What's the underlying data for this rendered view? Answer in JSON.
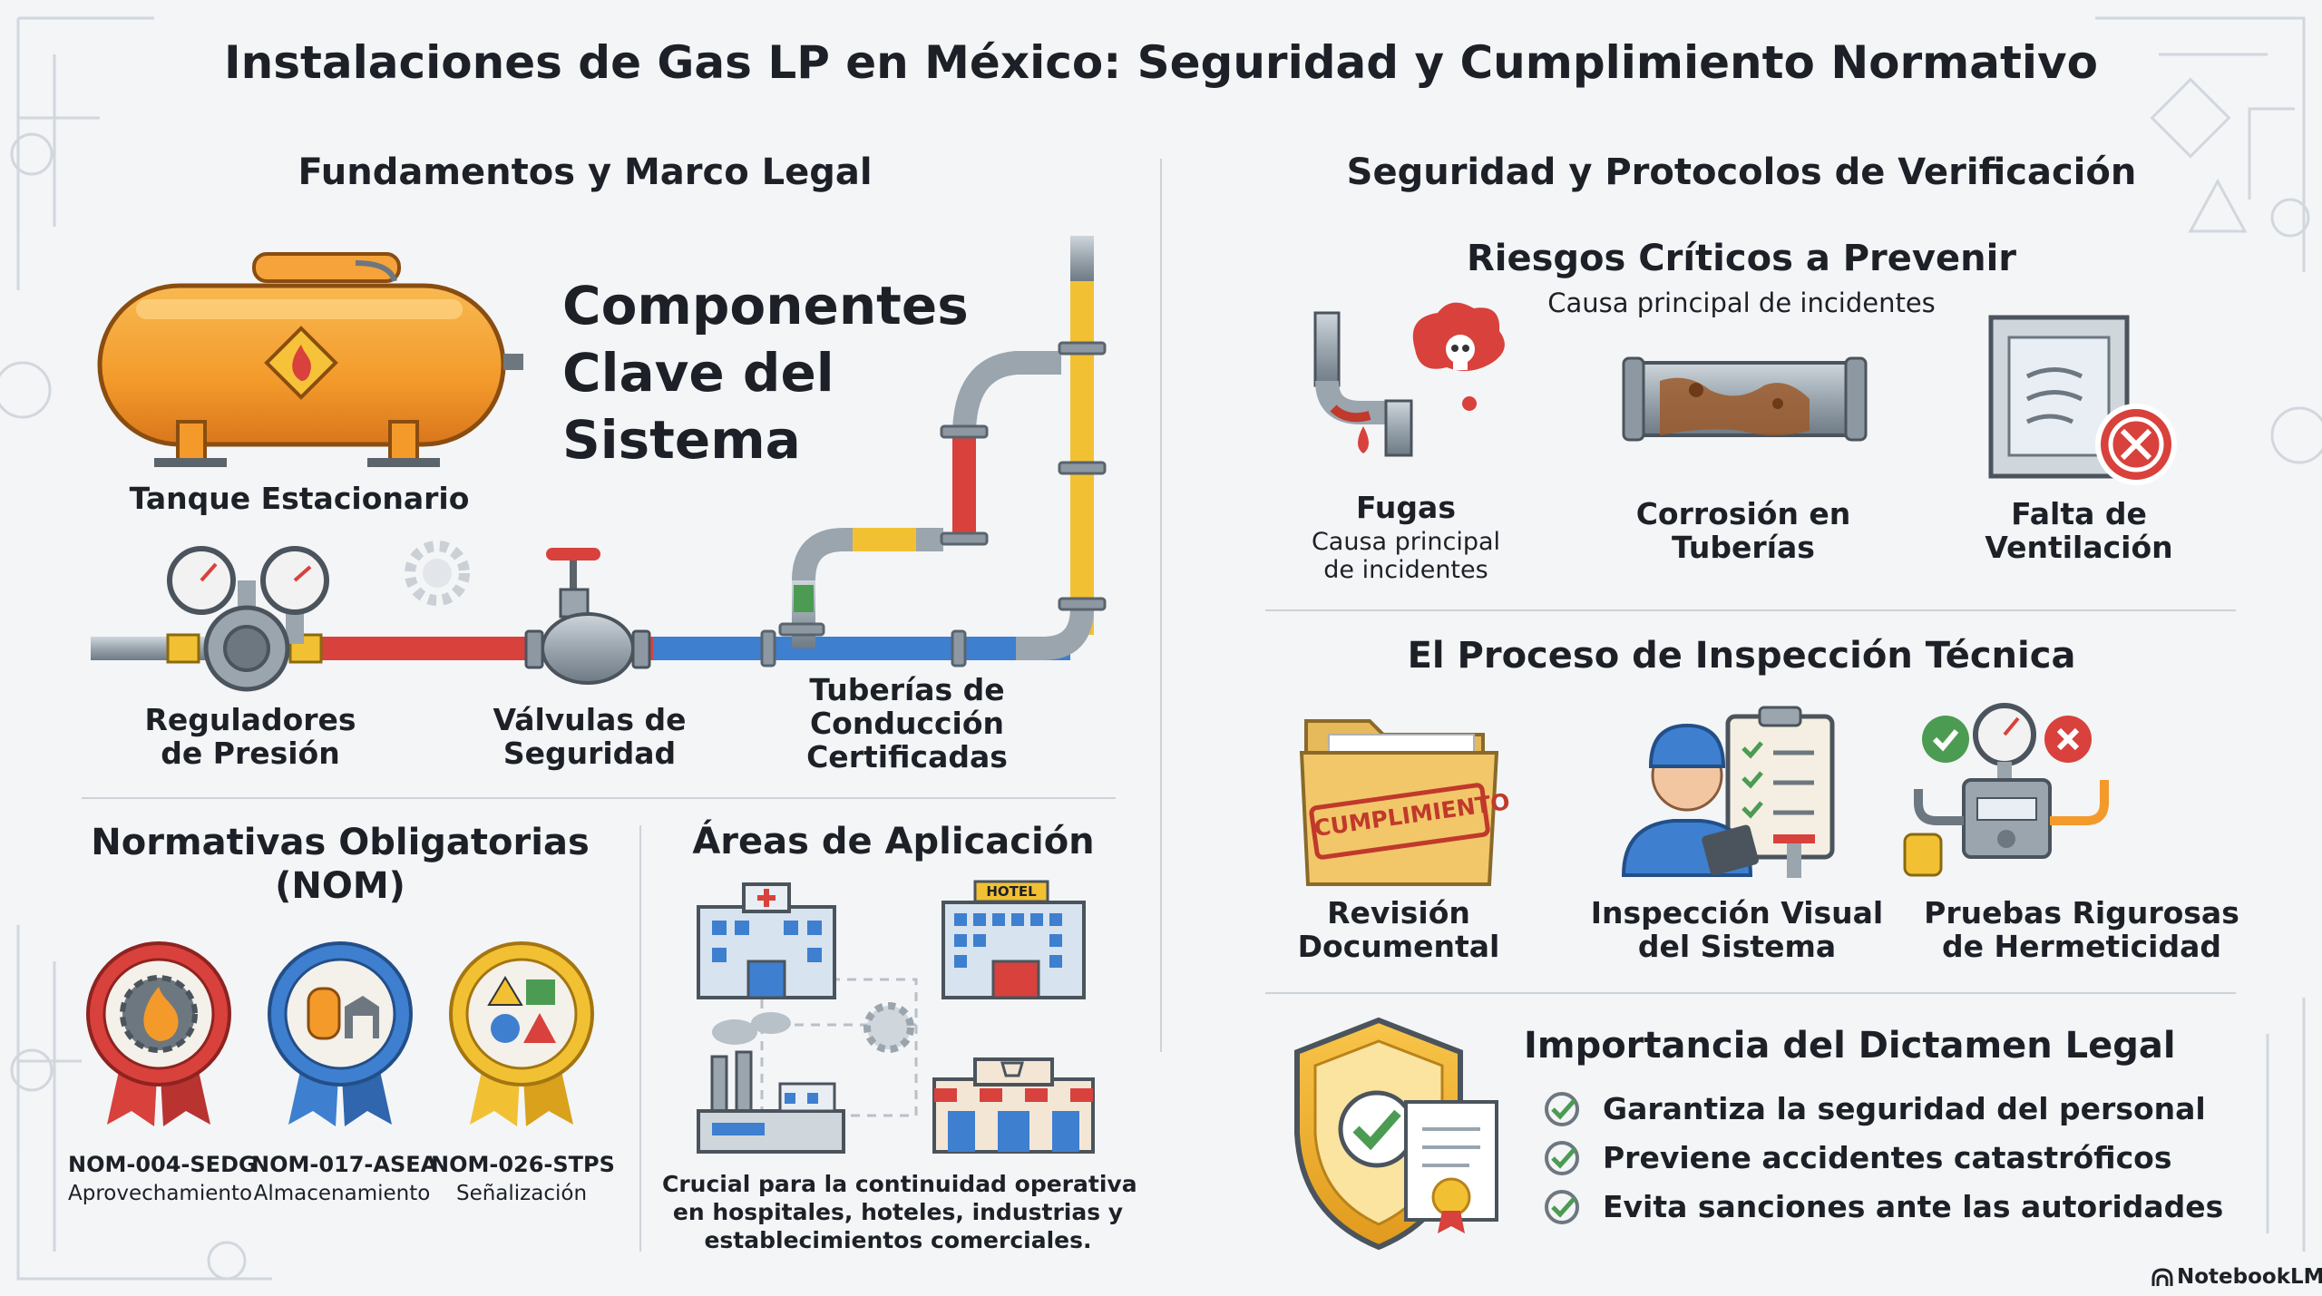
{
  "title": "Instalaciones de Gas LP en México: Seguridad y Cumplimiento Normativo",
  "left": {
    "heading": "Fundamentos y Marco Legal",
    "components_title": [
      "Componentes",
      "Clave del",
      "Sistema"
    ],
    "tank_label": "Tanque Estacionario",
    "regulators_label": [
      "Reguladores",
      "de Presión"
    ],
    "valves_label": [
      "Válvulas de",
      "Seguridad"
    ],
    "pipes_label": [
      "Tuberías de",
      "Conducción",
      "Certificadas"
    ]
  },
  "norms": {
    "heading": [
      "Normativas Obligatorias",
      "(NOM)"
    ],
    "items": [
      {
        "code": "NOM-004-SEDG",
        "desc": "Aprovechamiento"
      },
      {
        "code": "NOM-017-ASEA",
        "desc": "Almacenamiento"
      },
      {
        "code": "NOM-026-STPS",
        "desc": "Señalización"
      }
    ]
  },
  "areas": {
    "heading": "Áreas de Aplicación",
    "hotel_sign": "HOTEL",
    "description": [
      "Crucial para la continuidad operativa",
      "en hospitales, hoteles, industrias y",
      "establecimientos comerciales."
    ]
  },
  "right": {
    "heading": "Seguridad y Protocolos de Verificación",
    "risks": {
      "heading": "Riesgos Críticos a Prevenir",
      "subheading": "Causa principal de incidentes",
      "items": [
        {
          "label": [
            "Fugas"
          ],
          "desc": [
            "Causa principal",
            "de incidentes"
          ]
        },
        {
          "label": [
            "Corrosión en",
            "Tuberías"
          ]
        },
        {
          "label": [
            "Falta de",
            "Ventilación"
          ]
        }
      ]
    },
    "inspection": {
      "heading": "El Proceso de Inspección Técnica",
      "stamp": "CUMPLIMIENTO",
      "items": [
        {
          "label": [
            "Revisión",
            "Documental"
          ]
        },
        {
          "label": [
            "Inspección Visual",
            "del Sistema"
          ]
        },
        {
          "label": [
            "Pruebas Rigurosas",
            "de Hermeticidad"
          ]
        }
      ]
    },
    "dictamen": {
      "heading": "Importancia del Dictamen Legal",
      "bullets": [
        "Garantiza la seguridad del personal",
        "Previene accidentes catastróficos",
        "Evita sanciones ante las autoridades"
      ]
    }
  },
  "footer": {
    "brand": "NotebookLM"
  },
  "colors": {
    "tank": "#f39a2b",
    "gas_red": "#d8413c",
    "gas_yellow": "#f2c133",
    "gas_blue": "#3e7fd0",
    "check_green": "#4c9b52",
    "text": "#1d2127"
  }
}
